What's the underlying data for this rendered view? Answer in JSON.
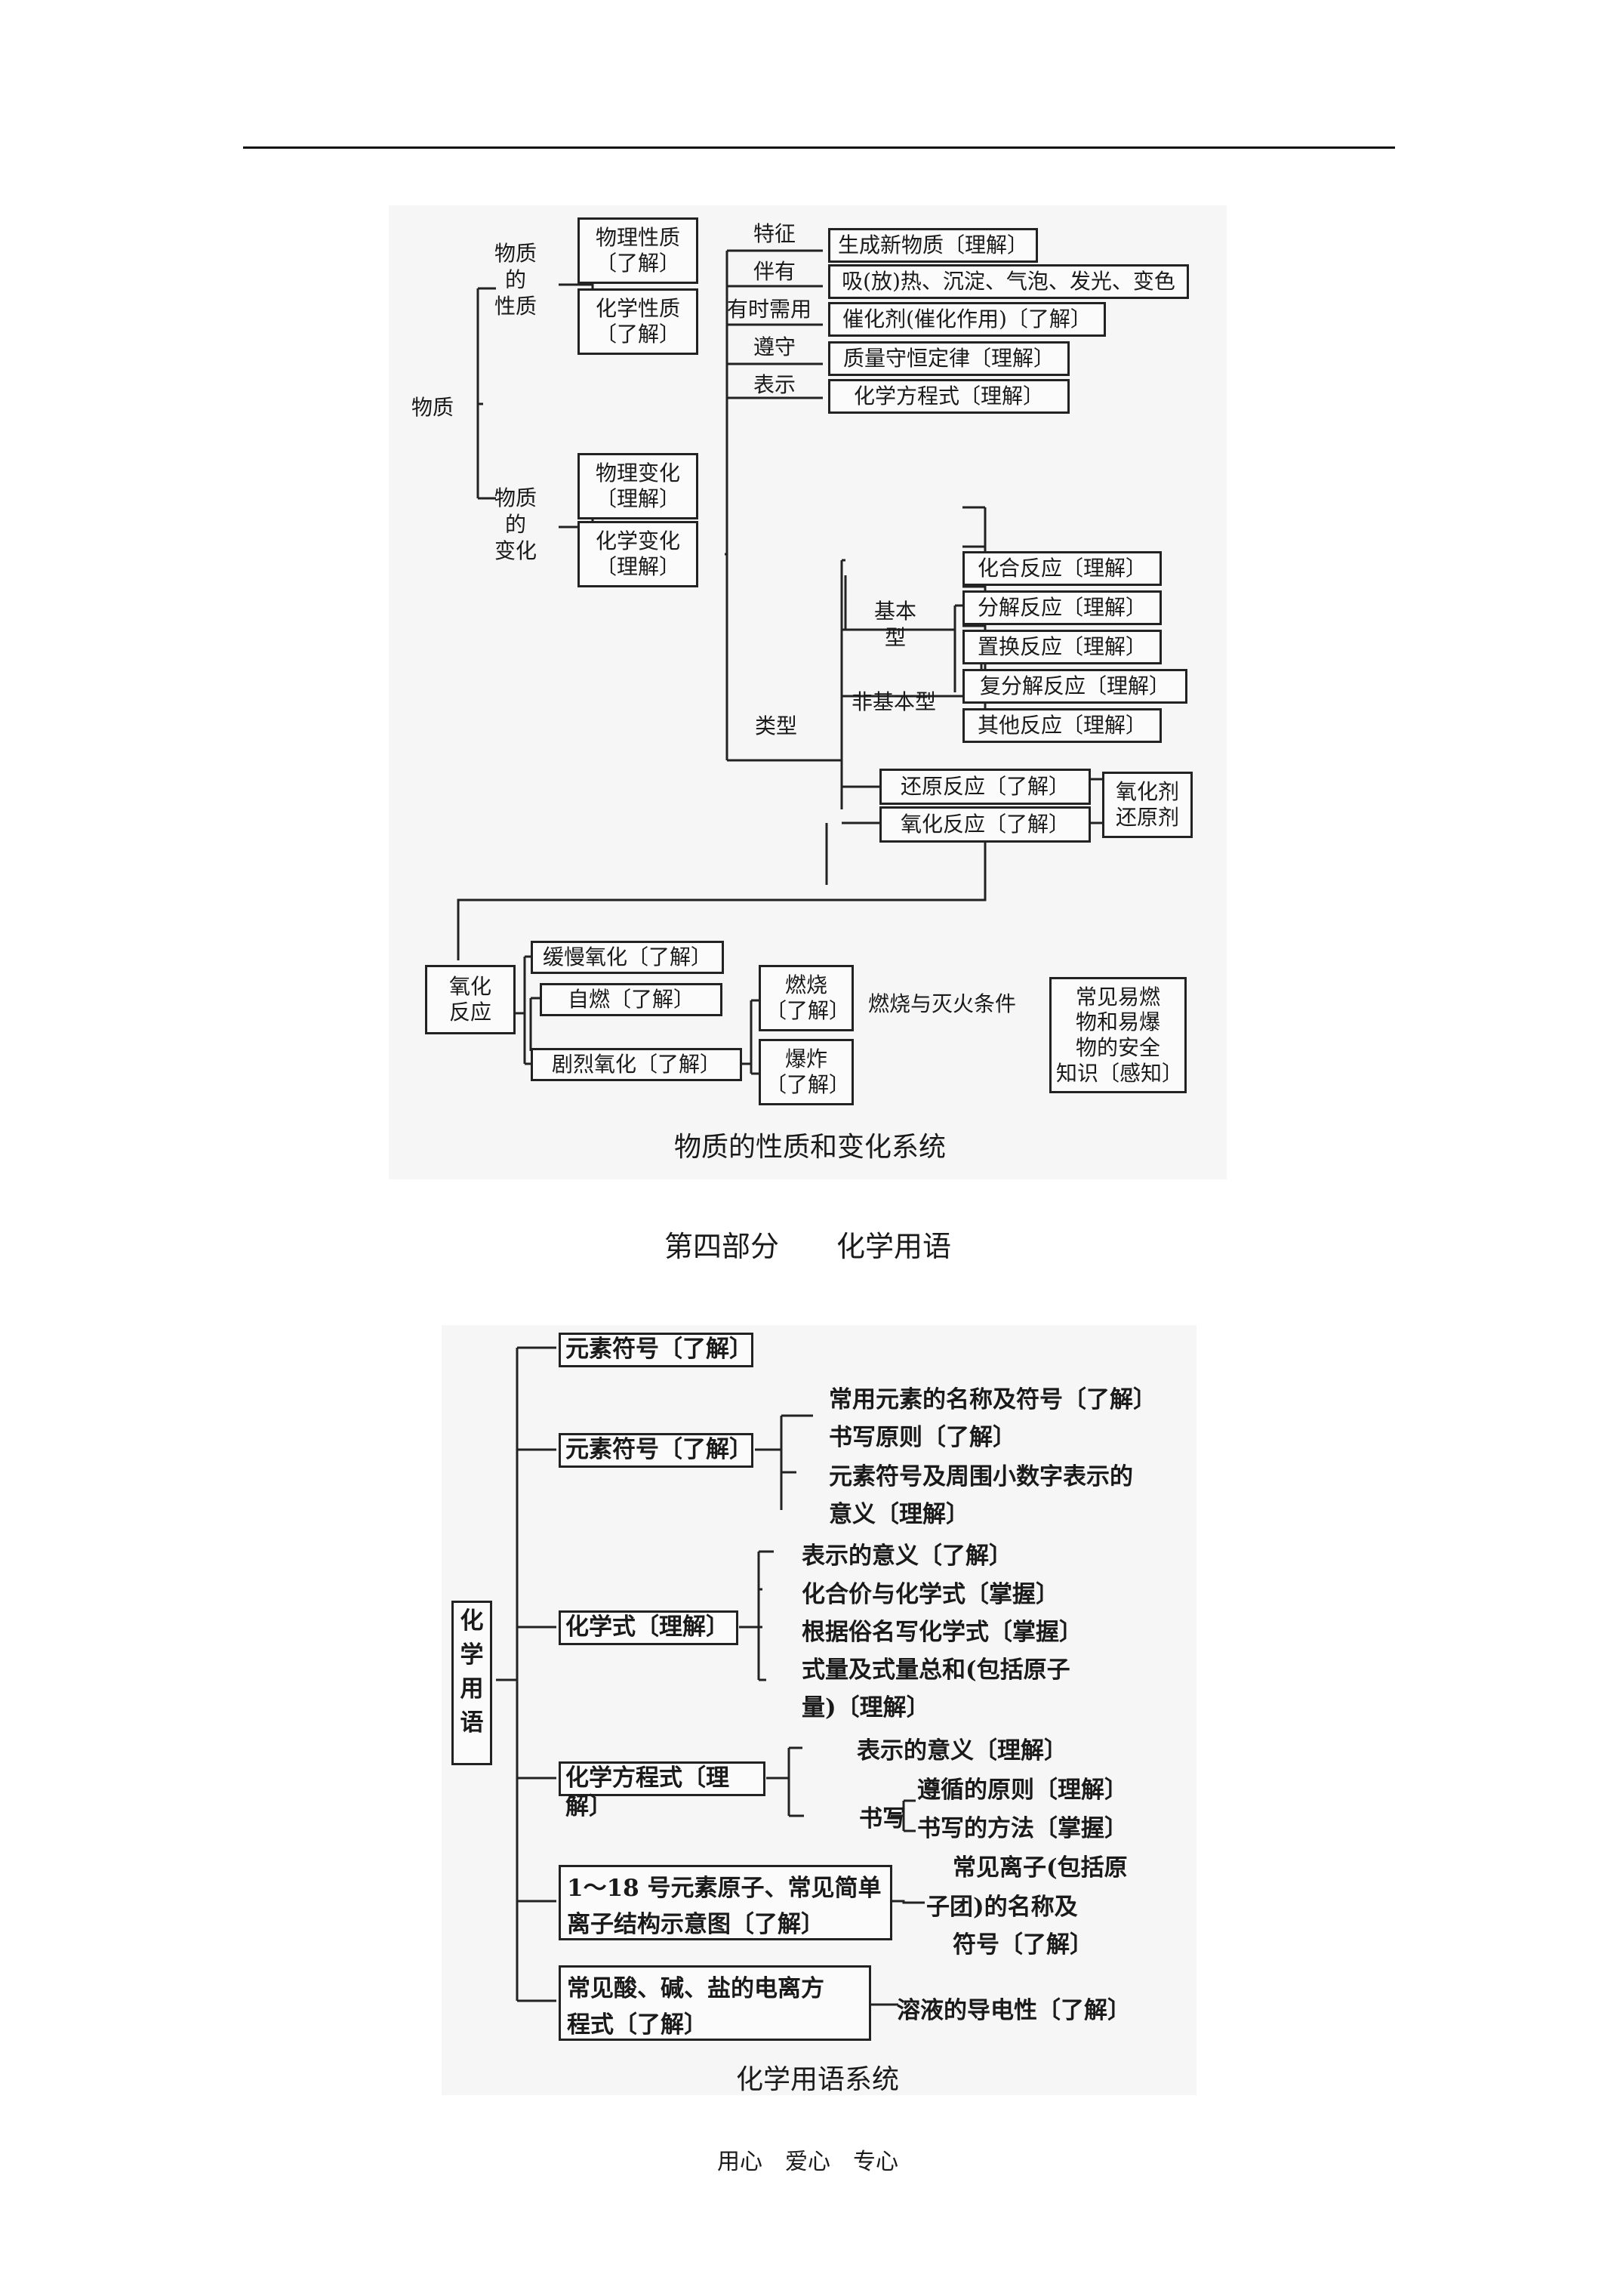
{
  "diagram1": {
    "root": "物质",
    "properties": "物质\n的\n性质",
    "changes": "物质\n的\n变化",
    "physical_property": "物理性质\n〔了解〕",
    "chemical_property": "化学性质\n〔了解〕",
    "physical_change": "物理变化\n〔理解〕",
    "chemical_change": "化学变化\n〔理解〕",
    "feature_label": "特征",
    "feature": "生成新物质〔理解〕",
    "accompany_label": "伴有",
    "accompany": "吸(放)热、沉淀、气泡、发光、变色",
    "sometimes_label": "有时需用",
    "sometimes": "催化剂(催化作用)〔了解〕",
    "obey_label": "遵守",
    "obey": "质量守恒定律〔理解〕",
    "represent_label": "表示",
    "represent": "化学方程式〔理解〕",
    "type_label": "类型",
    "basic_label": "基本\n型",
    "nonbasic_label": "非基本型",
    "combination": "化合反应〔理解〕",
    "decomposition": "分解反应〔理解〕",
    "displacement": "置换反应〔理解〕",
    "double_decomposition": "复分解反应〔理解〕",
    "other": "其他反应〔理解〕",
    "reduction": "还原反应〔了解〕",
    "oxidation": "氧化反应〔了解〕",
    "agents": "氧化剂\n还原剂",
    "oxidation_reaction": "氧化\n反应",
    "slow_oxidation": "缓慢氧化〔了解〕",
    "spontaneous": "自燃〔了解〕",
    "violent_oxidation": "剧烈氧化〔了解〕",
    "combustion": "燃烧\n〔了解〕",
    "explosion": "爆炸\n〔了解〕",
    "fire_conditions": "燃烧与灭火条件",
    "safety": "常见易燃\n物和易爆\n物的安全\n知识〔感知〕",
    "caption": "物质的性质和变化系统"
  },
  "section_title": "第四部分　　化学用语",
  "diagram2": {
    "root": "化\n学\n用\n语",
    "symbol1": "元素符号〔了解〕",
    "symbol2": "元素符号〔了解〕",
    "symbol2_items": [
      "常用元素的名称及符号〔了解〕",
      "书写原则〔了解〕",
      "元素符号及周围小数字表示的",
      "意义〔理解〕"
    ],
    "formula": "化学式〔理解〕",
    "formula_items": [
      "表示的意义〔了解〕",
      "化合价与化学式〔掌握〕",
      "根据俗名写化学式〔掌握〕",
      "式量及式量总和(包括原子",
      "量)〔理解〕"
    ],
    "equation": "化学方程式〔理解〕",
    "equation_meaning": "表示的意义〔理解〕",
    "writing_label": "书写",
    "writing_items": [
      "遵循的原则〔理解〕",
      "书写的方法〔掌握〕"
    ],
    "structure": "1～18 号元素原子、常见简单\n离子结构示意图〔了解〕",
    "ions": [
      "常见离子(包括原",
      "子团)的名称及",
      "符号〔了解〕"
    ],
    "ionization": "常见酸、碱、盐的电离方\n程式〔了解〕",
    "conductivity": "溶液的导电性〔了解〕",
    "caption": "化学用语系统"
  },
  "footer": "用心　爱心　专心"
}
